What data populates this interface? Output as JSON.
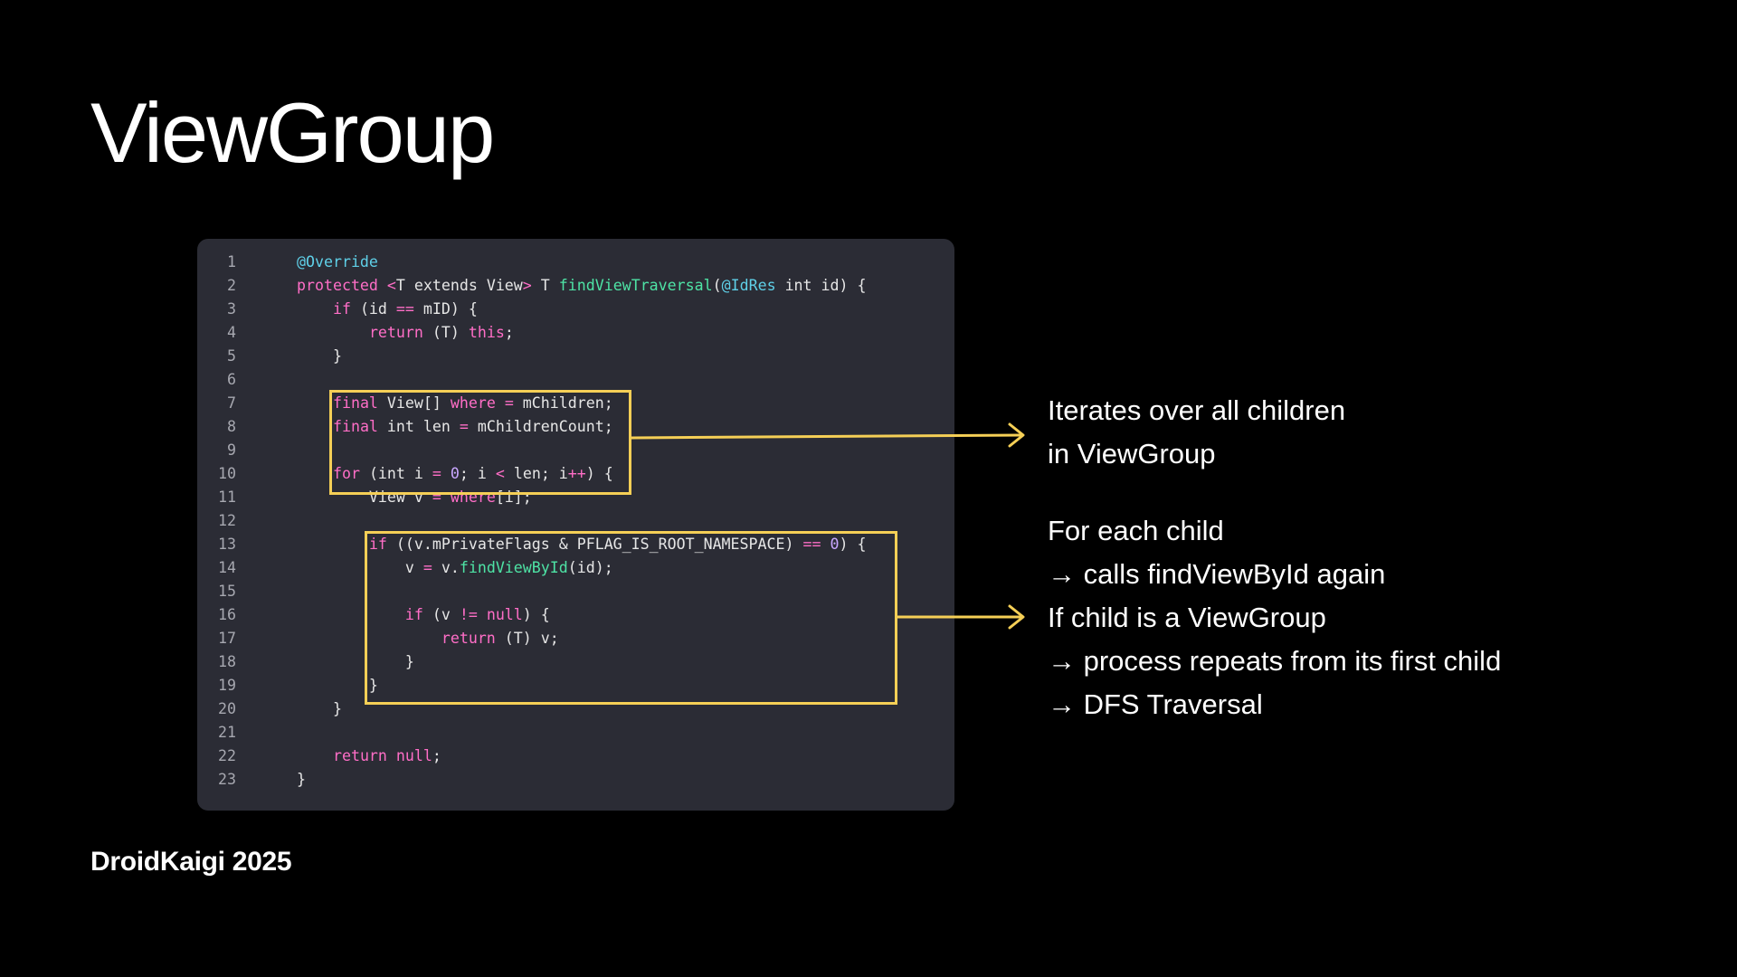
{
  "slide": {
    "title": "ViewGroup",
    "footer": "DroidKaigi 2025"
  },
  "code": {
    "lines": [
      {
        "num": "1",
        "tokens": [
          {
            "t": "@Override",
            "c": "an"
          }
        ]
      },
      {
        "num": "2",
        "tokens": [
          {
            "t": "protected",
            "c": "kw"
          },
          {
            "t": " "
          },
          {
            "t": "<",
            "c": "kw"
          },
          {
            "t": "T extends View"
          },
          {
            "t": ">",
            "c": "kw"
          },
          {
            "t": " T "
          },
          {
            "t": "findViewTraversal",
            "c": "fn"
          },
          {
            "t": "("
          },
          {
            "t": "@IdRes",
            "c": "an"
          },
          {
            "t": " int id) {"
          }
        ]
      },
      {
        "num": "3",
        "tokens": [
          {
            "t": "    "
          },
          {
            "t": "if",
            "c": "kw"
          },
          {
            "t": " (id "
          },
          {
            "t": "==",
            "c": "kw"
          },
          {
            "t": " mID) {"
          }
        ]
      },
      {
        "num": "4",
        "tokens": [
          {
            "t": "        "
          },
          {
            "t": "return",
            "c": "kw"
          },
          {
            "t": " (T) "
          },
          {
            "t": "this",
            "c": "kw"
          },
          {
            "t": ";"
          }
        ]
      },
      {
        "num": "5",
        "tokens": [
          {
            "t": "    }"
          }
        ]
      },
      {
        "num": "6",
        "tokens": []
      },
      {
        "num": "7",
        "tokens": [
          {
            "t": "    "
          },
          {
            "t": "final",
            "c": "kw"
          },
          {
            "t": " View[] "
          },
          {
            "t": "where",
            "c": "kw"
          },
          {
            "t": " "
          },
          {
            "t": "=",
            "c": "kw"
          },
          {
            "t": " mChildren;"
          }
        ]
      },
      {
        "num": "8",
        "tokens": [
          {
            "t": "    "
          },
          {
            "t": "final",
            "c": "kw"
          },
          {
            "t": " int len "
          },
          {
            "t": "=",
            "c": "kw"
          },
          {
            "t": " mChildrenCount;"
          }
        ]
      },
      {
        "num": "9",
        "tokens": []
      },
      {
        "num": "10",
        "tokens": [
          {
            "t": "    "
          },
          {
            "t": "for",
            "c": "kw"
          },
          {
            "t": " (int i "
          },
          {
            "t": "=",
            "c": "kw"
          },
          {
            "t": " "
          },
          {
            "t": "0",
            "c": "nm"
          },
          {
            "t": "; i "
          },
          {
            "t": "<",
            "c": "kw"
          },
          {
            "t": " len; i"
          },
          {
            "t": "++",
            "c": "kw"
          },
          {
            "t": ") {"
          }
        ]
      },
      {
        "num": "11",
        "tokens": [
          {
            "t": "        View v "
          },
          {
            "t": "=",
            "c": "kw"
          },
          {
            "t": " "
          },
          {
            "t": "where",
            "c": "kw"
          },
          {
            "t": "[i];"
          }
        ]
      },
      {
        "num": "12",
        "tokens": []
      },
      {
        "num": "13",
        "tokens": [
          {
            "t": "        "
          },
          {
            "t": "if",
            "c": "kw"
          },
          {
            "t": " ((v.mPrivateFlags & PFLAG_IS_ROOT_NAMESPACE) "
          },
          {
            "t": "==",
            "c": "kw"
          },
          {
            "t": " "
          },
          {
            "t": "0",
            "c": "nm"
          },
          {
            "t": ") {"
          }
        ]
      },
      {
        "num": "14",
        "tokens": [
          {
            "t": "            v "
          },
          {
            "t": "=",
            "c": "kw"
          },
          {
            "t": " v."
          },
          {
            "t": "findViewById",
            "c": "fn"
          },
          {
            "t": "(id);"
          }
        ]
      },
      {
        "num": "15",
        "tokens": []
      },
      {
        "num": "16",
        "tokens": [
          {
            "t": "            "
          },
          {
            "t": "if",
            "c": "kw"
          },
          {
            "t": " (v "
          },
          {
            "t": "!=",
            "c": "kw"
          },
          {
            "t": " "
          },
          {
            "t": "null",
            "c": "kw"
          },
          {
            "t": ") {"
          }
        ]
      },
      {
        "num": "17",
        "tokens": [
          {
            "t": "                "
          },
          {
            "t": "return",
            "c": "kw"
          },
          {
            "t": " (T) v;"
          }
        ]
      },
      {
        "num": "18",
        "tokens": [
          {
            "t": "            }"
          }
        ]
      },
      {
        "num": "19",
        "tokens": [
          {
            "t": "        }"
          }
        ]
      },
      {
        "num": "20",
        "tokens": [
          {
            "t": "    }"
          }
        ]
      },
      {
        "num": "21",
        "tokens": []
      },
      {
        "num": "22",
        "tokens": [
          {
            "t": "    "
          },
          {
            "t": "return",
            "c": "kw"
          },
          {
            "t": " "
          },
          {
            "t": "null",
            "c": "kw"
          },
          {
            "t": ";"
          }
        ]
      },
      {
        "num": "23",
        "tokens": [
          {
            "t": "}"
          }
        ]
      }
    ]
  },
  "annotations": {
    "first": {
      "lines": [
        "Iterates over all children",
        "in ViewGroup"
      ]
    },
    "second": {
      "lines": [
        "For each child",
        "→ calls findViewById again",
        "If child is a ViewGroup",
        "→ process repeats from its first child",
        "→ DFS Traversal"
      ]
    }
  },
  "colors": {
    "background": "#000000",
    "code_panel": "#2b2c35",
    "highlight": "#f5cf56",
    "keyword": "#ff6ec7",
    "annotation_token": "#5fd0e8",
    "function": "#4ee3a5",
    "number": "#c9a7ff"
  }
}
